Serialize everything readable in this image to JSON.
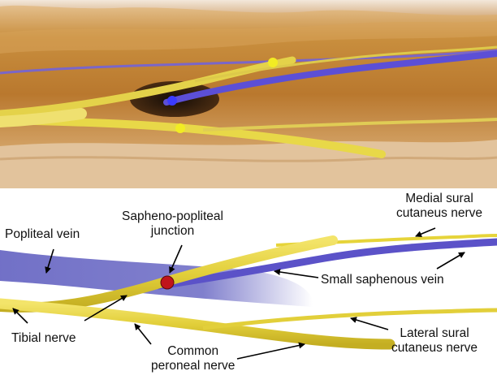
{
  "labels": {
    "popliteal_vein": "Popliteal vein",
    "sapheno_popliteal": [
      "Sapheno-popliteal",
      "junction"
    ],
    "medial_sural": [
      "Medial sural",
      "cutaneus nerve"
    ],
    "small_saphenous": "Small saphenous vein",
    "tibial": "Tibial nerve",
    "common_peroneal": [
      "Common",
      "peroneal nerve"
    ],
    "lateral_sural": [
      "Lateral sural",
      "cutaneus nerve"
    ]
  },
  "colors": {
    "nerve": "#e6d43a",
    "vein": "#5b52c8",
    "popliteal_vein": "#6a69c4",
    "junction_marker": "#c0141a",
    "photo_marker_yellow": "#f2ec23",
    "photo_marker_blue": "#3b3bff",
    "tissue": "#c98f3e"
  }
}
